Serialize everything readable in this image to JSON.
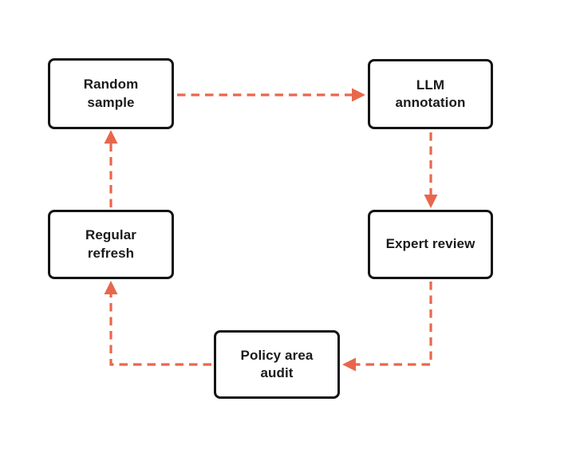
{
  "diagram": {
    "type": "flowchart-cycle",
    "colors": {
      "accent": "#E8674C",
      "node_border": "#141414",
      "node_fill": "#ffffff",
      "text": "#1a1a1a",
      "background": "#ffffff"
    },
    "nodes": [
      {
        "id": "random-sample",
        "label": "Random\nsample"
      },
      {
        "id": "llm-annotation",
        "label": "LLM\nannotation"
      },
      {
        "id": "expert-review",
        "label": "Expert review"
      },
      {
        "id": "regular-refresh",
        "label": "Regular\nrefresh"
      },
      {
        "id": "policy-area-audit",
        "label": "Policy area\naudit"
      }
    ],
    "edges": [
      {
        "from": "random-sample",
        "to": "llm-annotation",
        "style": "dashed-arrow"
      },
      {
        "from": "llm-annotation",
        "to": "expert-review",
        "style": "dashed-arrow"
      },
      {
        "from": "expert-review",
        "to": "policy-area-audit",
        "style": "dashed-arrow"
      },
      {
        "from": "policy-area-audit",
        "to": "regular-refresh",
        "style": "dashed-arrow"
      },
      {
        "from": "regular-refresh",
        "to": "random-sample",
        "style": "dashed-arrow"
      }
    ]
  }
}
